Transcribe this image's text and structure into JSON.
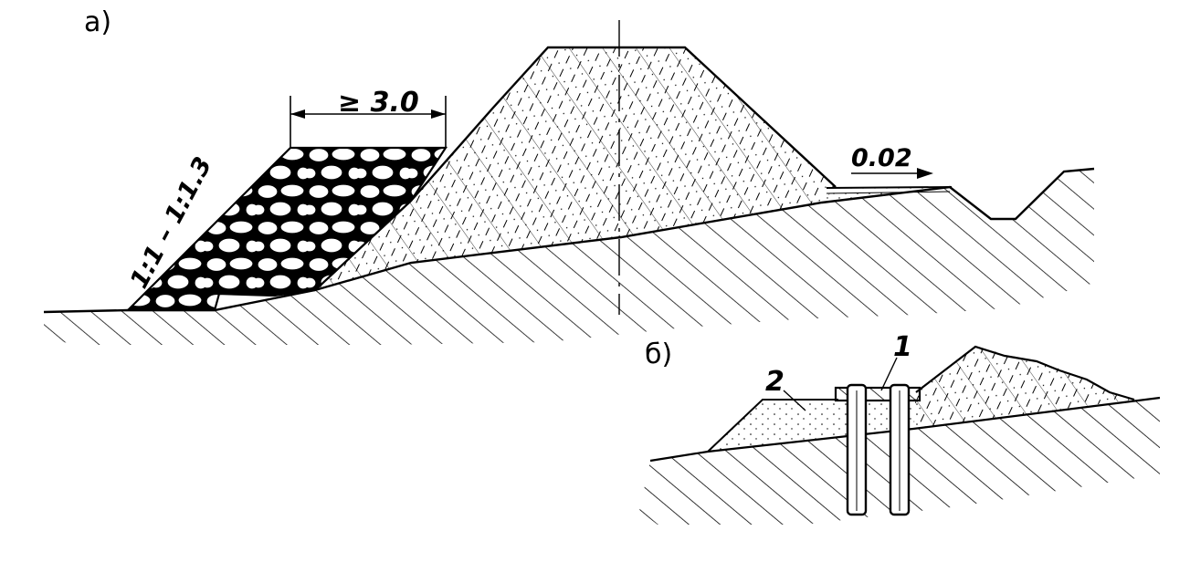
{
  "figure": {
    "panel_a": {
      "label": "а)",
      "berm_width": "≥ 3.0",
      "slope_ratio": "1:1 – 1:1.3",
      "drain_slope": "0.02"
    },
    "panel_b": {
      "label": "б)",
      "callout_1": "1",
      "callout_2": "2"
    },
    "colors": {
      "ink": "#000000",
      "paper": "#ffffff"
    }
  }
}
